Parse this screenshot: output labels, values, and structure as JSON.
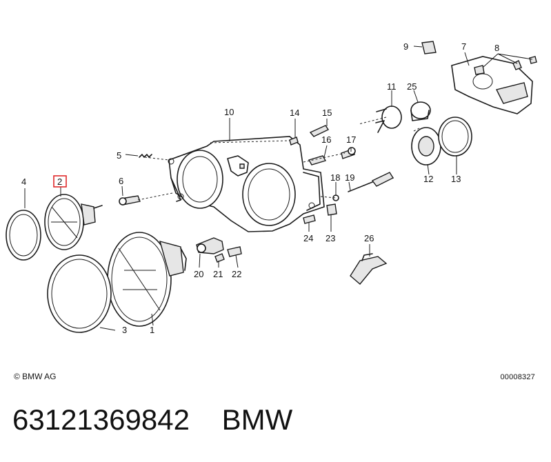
{
  "diagram": {
    "callouts": [
      {
        "id": "c1",
        "label": "1"
      },
      {
        "id": "c2",
        "label": "2",
        "highlighted": true
      },
      {
        "id": "c3",
        "label": "3"
      },
      {
        "id": "c4",
        "label": "4"
      },
      {
        "id": "c5",
        "label": "5"
      },
      {
        "id": "c6",
        "label": "6"
      },
      {
        "id": "c7",
        "label": "7"
      },
      {
        "id": "c8",
        "label": "8"
      },
      {
        "id": "c9",
        "label": "9"
      },
      {
        "id": "c10",
        "label": "10"
      },
      {
        "id": "c11",
        "label": "11"
      },
      {
        "id": "c12",
        "label": "12"
      },
      {
        "id": "c13",
        "label": "13"
      },
      {
        "id": "c14",
        "label": "14"
      },
      {
        "id": "c15",
        "label": "15"
      },
      {
        "id": "c16",
        "label": "16"
      },
      {
        "id": "c17",
        "label": "17"
      },
      {
        "id": "c18",
        "label": "18"
      },
      {
        "id": "c19",
        "label": "19"
      },
      {
        "id": "c20",
        "label": "20"
      },
      {
        "id": "c21",
        "label": "21"
      },
      {
        "id": "c22",
        "label": "22"
      },
      {
        "id": "c23",
        "label": "23"
      },
      {
        "id": "c24",
        "label": "24"
      },
      {
        "id": "c25",
        "label": "25"
      },
      {
        "id": "c26",
        "label": "26"
      }
    ],
    "highlight_color": "#e0282a"
  },
  "footer": {
    "copyright": "© BMW AG",
    "drawing_number": "00008327"
  },
  "part": {
    "number": "63121369842",
    "brand": "BMW"
  }
}
